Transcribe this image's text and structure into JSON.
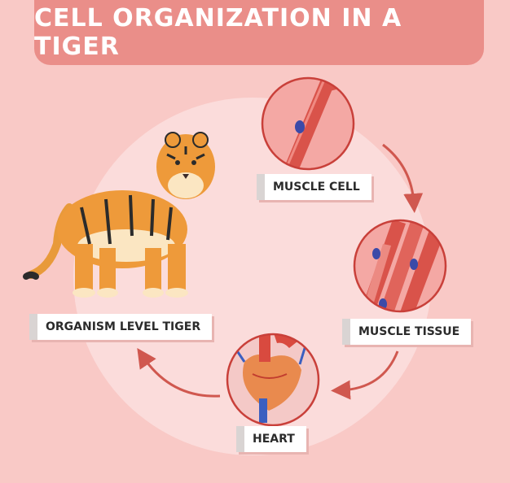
{
  "title": "CELL ORGANIZATION IN A TIGER",
  "stages": [
    {
      "label": "MUSCLE CELL"
    },
    {
      "label": "MUSCLE TISSUE"
    },
    {
      "label": "HEART"
    },
    {
      "label": "ORGANISM LEVEL TIGER"
    }
  ],
  "colors": {
    "background": "#f9c9c6",
    "banner": "#ea8e89",
    "inner_circle": "#fbdcdb",
    "arrow": "#d0584f",
    "muscle": "#d9534a"
  }
}
